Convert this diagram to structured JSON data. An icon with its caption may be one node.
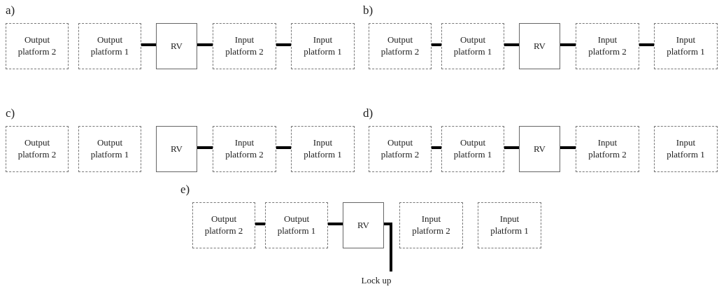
{
  "diagram": {
    "nodes": [
      {
        "text": [
          "Output platform 2"
        ]
      },
      {
        "text": [
          "Output platform 1"
        ]
      },
      {
        "text": [
          "RV"
        ]
      },
      {
        "text": [
          "Input platform 2"
        ]
      },
      {
        "text": [
          "Input platform 1"
        ]
      },
      {
        "text": [
          "Output platform 2"
        ]
      },
      {
        "text": [
          "Output platform 1"
        ]
      },
      {
        "text": [
          "RV"
        ]
      },
      {
        "text": [
          "Input platform 2"
        ]
      },
      {
        "text": [
          "Input platform 1"
        ]
      },
      {
        "text": [
          "Output platform 2"
        ]
      },
      {
        "text": [
          "Output platform 1"
        ]
      },
      {
        "text": [
          "RV"
        ]
      },
      {
        "text": [
          "Input platform 2"
        ]
      },
      {
        "text": [
          "Input platform 1"
        ]
      },
      {
        "text": [
          "Output platform 2"
        ]
      },
      {
        "text": [
          "Output platform 1"
        ]
      },
      {
        "text": [
          "RV"
        ]
      },
      {
        "text": [
          "Input platform 2"
        ]
      },
      {
        "text": [
          "Input platform 1"
        ]
      },
      {
        "text": [
          "Output platform 2"
        ]
      },
      {
        "text": [
          "Output platform 1"
        ]
      },
      {
        "text": [
          "RV"
        ]
      },
      {
        "text": [
          "Input platform 2"
        ]
      },
      {
        "text": [
          "Input platform 1"
        ]
      },
      {
        "text": [
          "Lock up"
        ]
      }
    ],
    "edges": [
      {
        "from": 1,
        "to": 2,
        "arrow": "none"
      },
      {
        "from": 2,
        "to": 3,
        "arrow": "none"
      },
      {
        "from": 3,
        "to": 4,
        "arrow": "none"
      },
      {
        "from": 5,
        "to": 6,
        "arrow": "none"
      },
      {
        "from": 6,
        "to": 7,
        "arrow": "none"
      },
      {
        "from": 7,
        "to": 8,
        "arrow": "none"
      },
      {
        "from": 8,
        "to": 9,
        "arrow": "none"
      },
      {
        "from": 12,
        "to": 13,
        "arrow": "none"
      },
      {
        "from": 13,
        "to": 14,
        "arrow": "none"
      },
      {
        "from": 15,
        "to": 16,
        "arrow": "none"
      },
      {
        "from": 16,
        "to": 17,
        "arrow": "none"
      },
      {
        "from": 17,
        "to": 18,
        "arrow": "none"
      },
      {
        "from": 20,
        "to": 21,
        "arrow": "none"
      },
      {
        "from": 21,
        "to": 22,
        "arrow": "none"
      },
      {
        "from": 22,
        "to": 25,
        "arrow": "none"
      }
    ],
    "labels": [
      "a)",
      "b)",
      "c)",
      "d)",
      "e)"
    ]
  }
}
